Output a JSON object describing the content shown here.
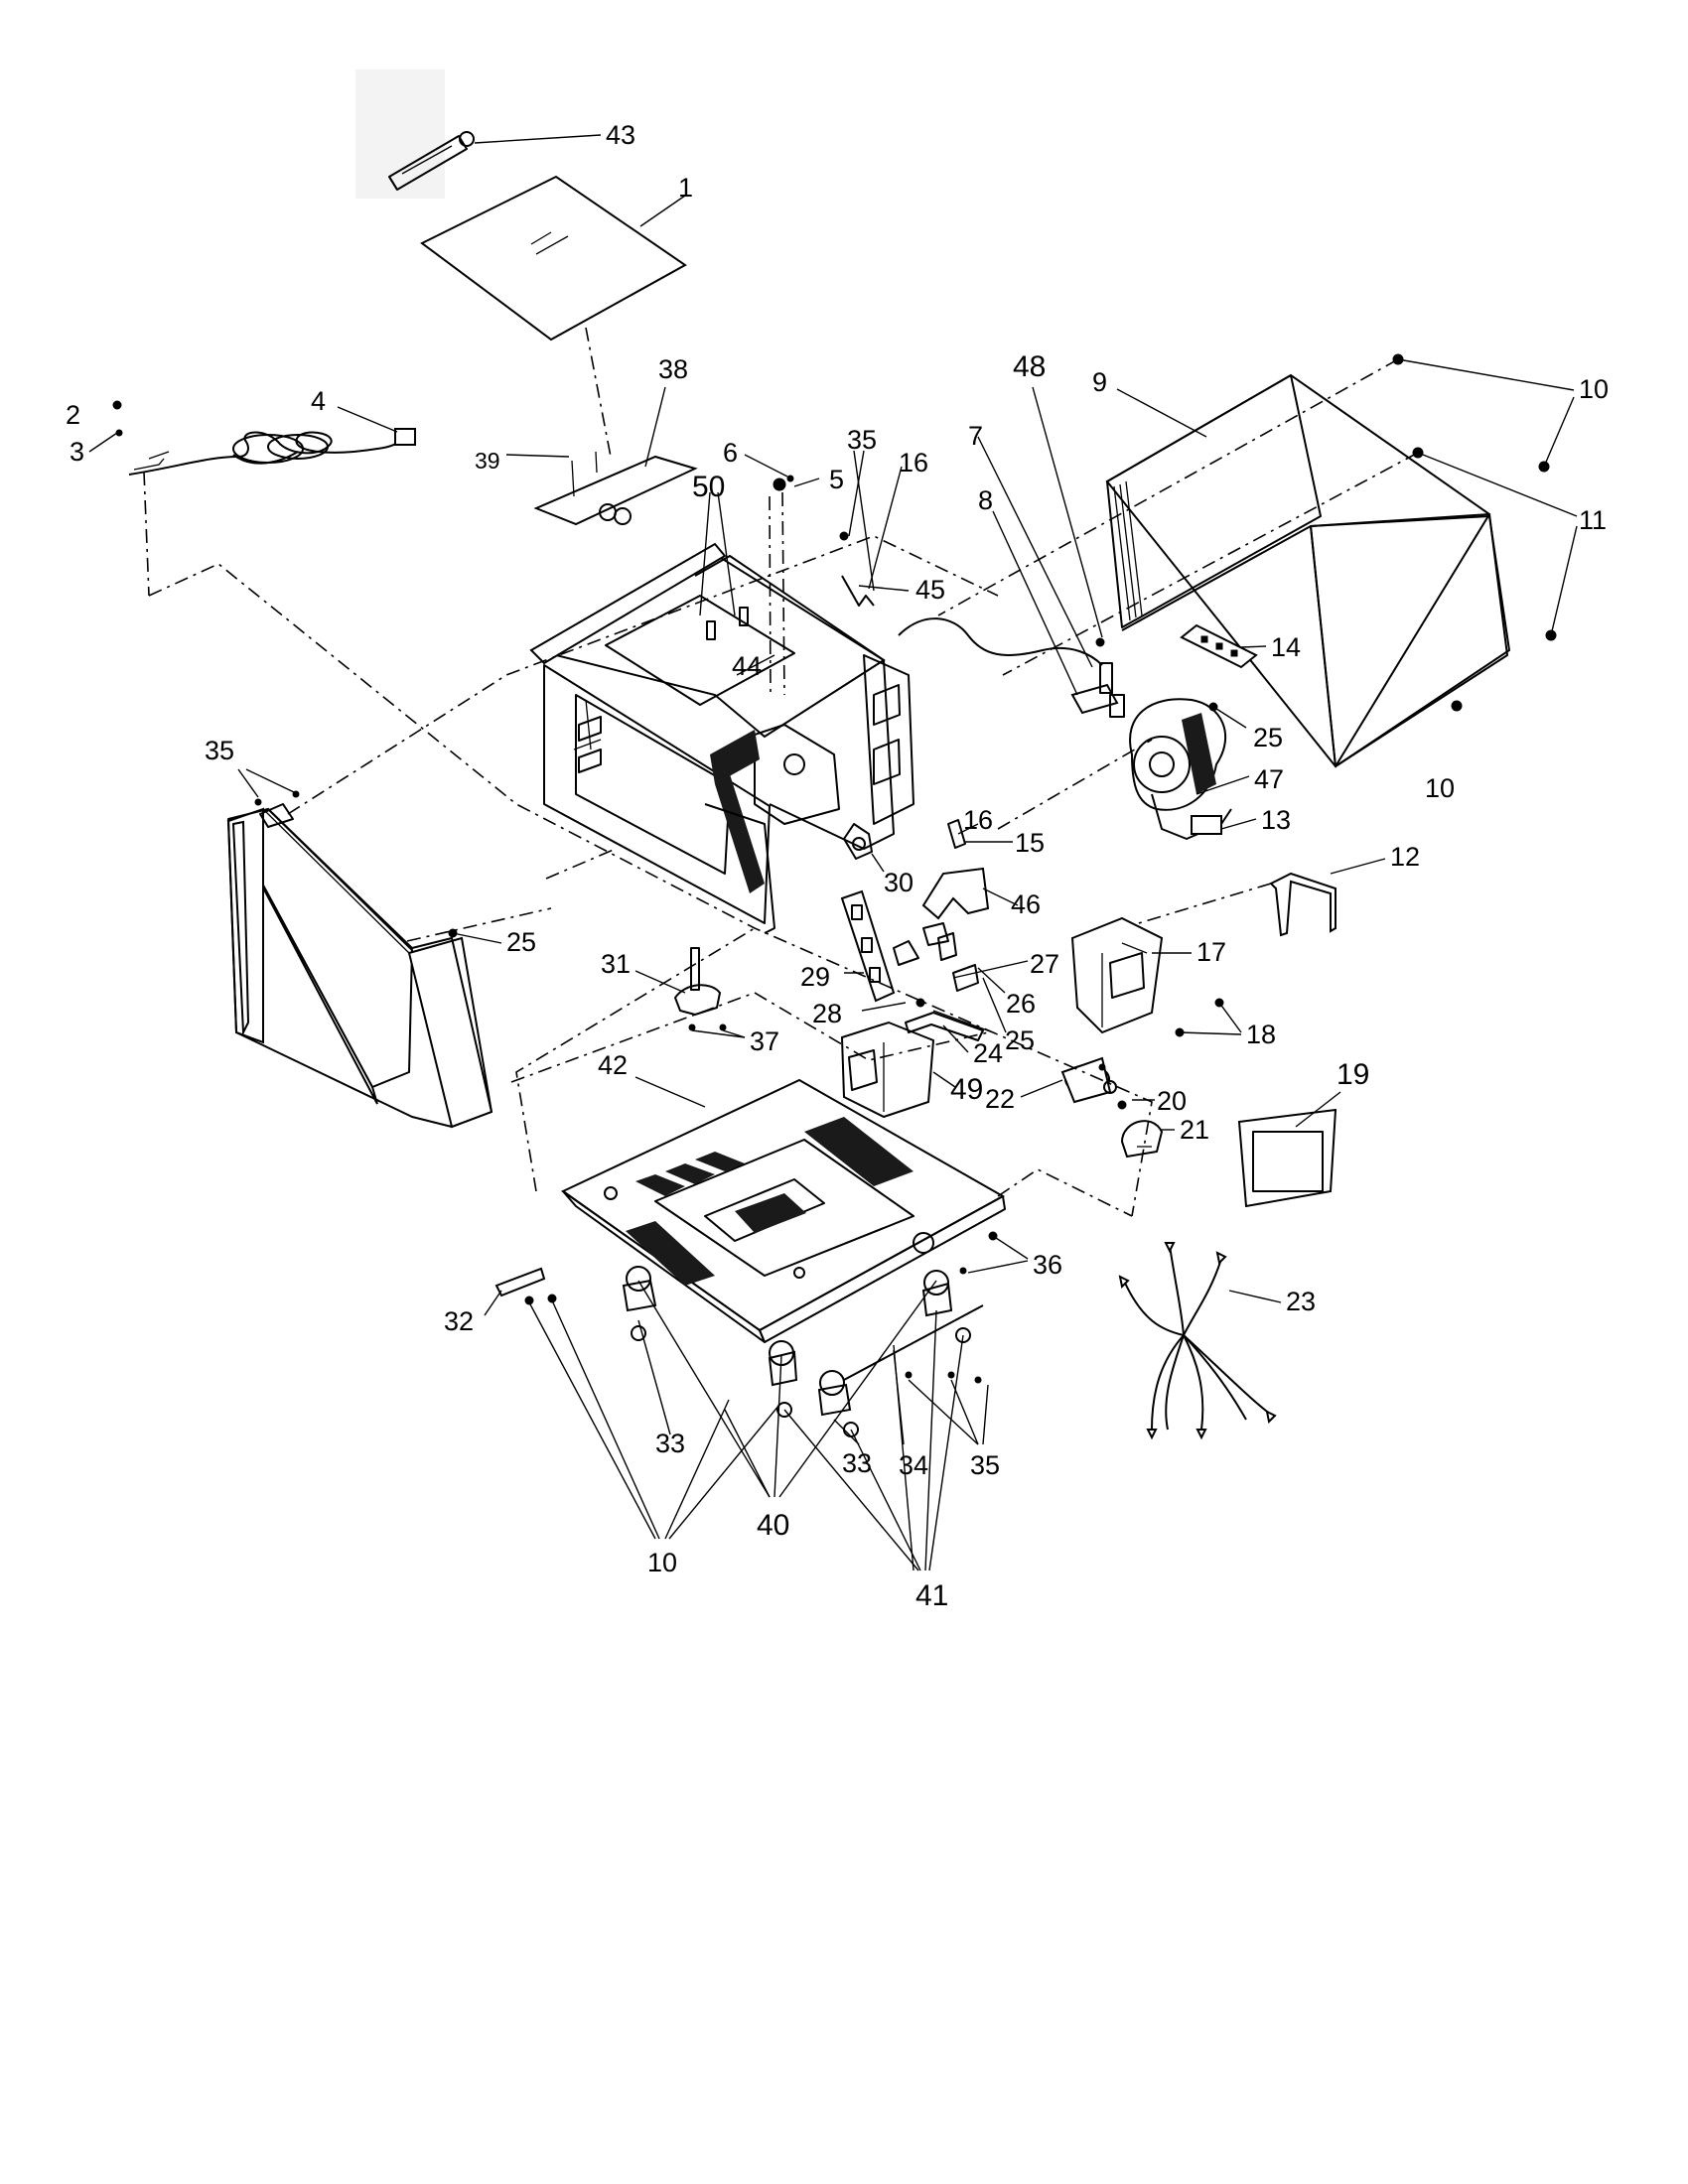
{
  "callouts": {
    "c1": "1",
    "c2": "2",
    "c3": "3",
    "c4": "4",
    "c5": "5",
    "c6": "6",
    "c7": "7",
    "c8": "8",
    "c9": "9",
    "c10a": "10",
    "c10b": "10",
    "c10c": "10",
    "c11": "11",
    "c12": "12",
    "c13": "13",
    "c14": "14",
    "c15": "15",
    "c16a": "16",
    "c16b": "16",
    "c17": "17",
    "c18": "18",
    "c19": "19",
    "c20": "20",
    "c21": "21",
    "c22": "22",
    "c23": "23",
    "c24": "24",
    "c25a": "25",
    "c25b": "25",
    "c25c": "25",
    "c26": "26",
    "c27": "27",
    "c28": "28",
    "c29": "29",
    "c30": "30",
    "c31": "31",
    "c32": "32",
    "c33a": "33",
    "c33b": "33",
    "c34": "34",
    "c35a": "35",
    "c35b": "35",
    "c35c": "35",
    "c36": "36",
    "c37": "37",
    "c38": "38",
    "c39": "39",
    "c40": "40",
    "c41": "41",
    "c42": "42",
    "c43": "43",
    "c44": "44",
    "c45": "45",
    "c46": "46",
    "c47": "47",
    "c48": "48",
    "c49": "49",
    "c50": "50"
  },
  "icons": {
    "grease-tube": "grease-tube-icon",
    "screw": "screw-icon"
  }
}
